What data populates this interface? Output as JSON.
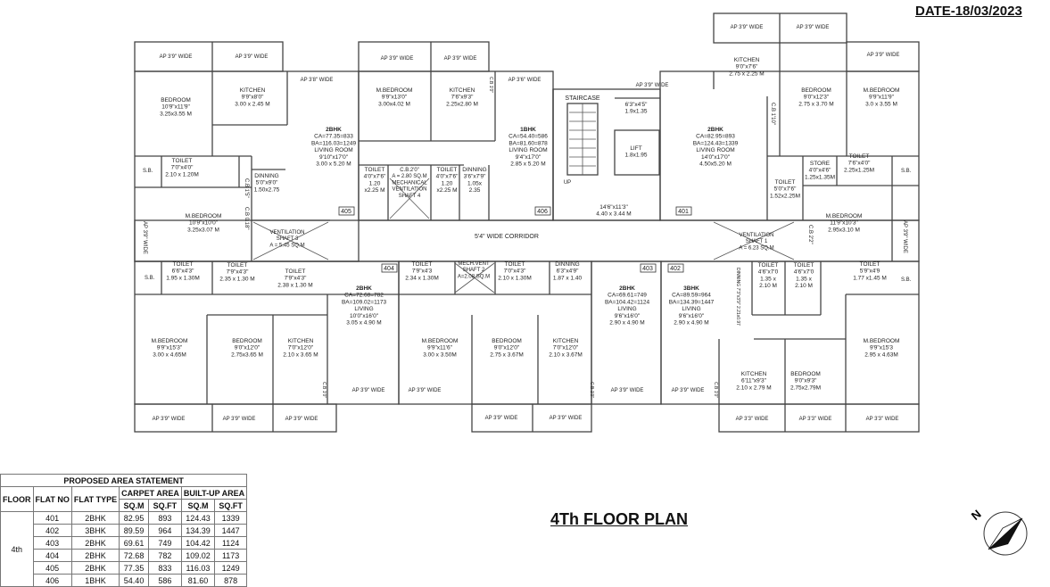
{
  "header": {
    "date": "DATE-18/03/2023"
  },
  "plan": {
    "title": "4Th FLOOR PLAN",
    "north_label": "N",
    "unit_labels": [
      {
        "id": "u405",
        "lines": [
          "2BHK",
          "CA=77.35=833",
          "BA=116.03=1249",
          "LIVING ROOM",
          "9'10\"x17'0\"",
          "3.00 x 5.20 M"
        ]
      },
      {
        "id": "u406",
        "lines": [
          "1BHK",
          "CA=54.40=586",
          "BA=81.60=878",
          "LIVING ROOM",
          "9'4\"x17'0\"",
          "2.85 x 5.20 M"
        ]
      },
      {
        "id": "u401",
        "lines": [
          "2BHK",
          "CA=82.95=893",
          "BA=124.43=1339",
          "LIVING ROOM",
          "14'0\"x17'0\"",
          "4.50x5.20 M"
        ]
      },
      {
        "id": "u404",
        "lines": [
          "2BHK",
          "CA=72.68=782",
          "BA=109.02=1173",
          "LIVING",
          "10'0\"x16'0\"",
          "3.05 x 4.90 M"
        ]
      },
      {
        "id": "u403",
        "lines": [
          "2BHK",
          "CA=69.61=749",
          "BA=104.42=1124",
          "LIVING",
          "9'6\"x16'0\"",
          "2.90 x 4.90 M"
        ]
      },
      {
        "id": "u402",
        "lines": [
          "3BHK",
          "CA=89.59=964",
          "BA=134.39=1447",
          "LIVING",
          "9'6\"x16'0\"",
          "2.90 x 4.90 M"
        ]
      }
    ],
    "rooms": [
      {
        "id": "r1",
        "lines": [
          "BEDROOM",
          "10'9\"x11'9\"",
          "3.25x3.55 M"
        ]
      },
      {
        "id": "r2",
        "lines": [
          "KITCHEN",
          "9'9\"x8'0\"",
          "3.00 x 2.45 M"
        ]
      },
      {
        "id": "r3",
        "lines": [
          "M.BEDROOM",
          "9'9\"x13'0\"",
          "3.00x4.02 M"
        ]
      },
      {
        "id": "r4",
        "lines": [
          "KITCHEN",
          "7'6\"x9'3\"",
          "2.25x2.80 M"
        ]
      },
      {
        "id": "r5",
        "lines": [
          "KITCHEN",
          "9'0\"x7'6\"",
          "2.75 x 2.25 M"
        ]
      },
      {
        "id": "r6",
        "lines": [
          "BEDROOM",
          "9'0\"x12'3\"",
          "2.75 x 3.70 M"
        ]
      },
      {
        "id": "r7",
        "lines": [
          "M.BEDROOM",
          "9'9\"x11'9\"",
          "3.0 x 3.55 M"
        ]
      },
      {
        "id": "r8",
        "lines": [
          "M.BEDROOM",
          "10'9\"x10'0\"",
          "3.25x3.07 M"
        ]
      },
      {
        "id": "r9",
        "lines": [
          "M.BEDROOM",
          "11'9\"x10'3\"",
          "2.95x3.10 M"
        ]
      },
      {
        "id": "r10",
        "lines": [
          "LIFT",
          "1.8x1.95"
        ]
      },
      {
        "id": "r11",
        "lines": [
          "14'6\"x11'3\"",
          "4.40 x 3.44 M"
        ]
      },
      {
        "id": "r12",
        "lines": [
          "6'3\"x4'5\"",
          "1.9x1.35"
        ]
      },
      {
        "id": "r13",
        "lines": [
          "M.BEDROOM",
          "9'9\"x15'3\"",
          "3.00 x 4.65M"
        ]
      },
      {
        "id": "r14",
        "lines": [
          "BEDROOM",
          "9'0\"x12'0\"",
          "2.75x3.65 M"
        ]
      },
      {
        "id": "r15",
        "lines": [
          "KITCHEN",
          "7'0\"x12'0\"",
          "2.10 x 3.65 M"
        ]
      },
      {
        "id": "r16",
        "lines": [
          "M.BEDROOM",
          "9'9\"x11'6\"",
          "3.00 x 3.50M"
        ]
      },
      {
        "id": "r17",
        "lines": [
          "BEDROOM",
          "9'0\"x12'0\"",
          "2.75 x 3.67M"
        ]
      },
      {
        "id": "r18",
        "lines": [
          "KITCHEN",
          "7'0\"x12'0\"",
          "2.10 x 3.67M"
        ]
      },
      {
        "id": "r19",
        "lines": [
          "KITCHEN",
          "6'11\"x9'3\"",
          "2.10 x 2.79 M"
        ]
      },
      {
        "id": "r20",
        "lines": [
          "BEDROOM",
          "9'0\"x9'3\"",
          "2.75x2.79M"
        ]
      },
      {
        "id": "r21",
        "lines": [
          "M.BEDROOM",
          "9'9\"x15'3",
          "2.95 x 4.63M"
        ]
      },
      {
        "id": "t1",
        "lines": [
          "TOILET",
          "7'0\"x4'0\"",
          "2.10 x 1.20M"
        ]
      },
      {
        "id": "t2",
        "lines": [
          "DINNING",
          "5'0\"x9'0\"",
          "1.50x2.75"
        ]
      },
      {
        "id": "t3",
        "lines": [
          "TOILET",
          "4'0\"x7'6\"",
          "1.20",
          "x2.25 M"
        ]
      },
      {
        "id": "t4",
        "lines": [
          "TOILET",
          "4'0\"x7'6\"",
          "1.20",
          "x2.25 M"
        ]
      },
      {
        "id": "t5",
        "lines": [
          "DINNING",
          "3'6\"x7'9\"",
          "1.05x",
          "2.35"
        ]
      },
      {
        "id": "t6",
        "lines": [
          "TOILET",
          "5'0\"x7'6\"",
          "1.52x2.25M"
        ]
      },
      {
        "id": "t7",
        "lines": [
          "STORE",
          "4'0\"x4'6\"",
          "1.25x1.35M"
        ]
      },
      {
        "id": "t8",
        "lines": [
          "TOILET",
          "7'6\"x4'0\"",
          "2.25x1.25M"
        ]
      },
      {
        "id": "t9",
        "lines": [
          "TOILET",
          "6'6\"x4'3\"",
          "1.95 x 1.30M"
        ]
      },
      {
        "id": "t10",
        "lines": [
          "TOILET",
          "7'9\"x4'3\"",
          "2.35 x 1.30 M"
        ]
      },
      {
        "id": "t11",
        "lines": [
          "TOILET",
          "7'9\"x4'3\"",
          "2.38 x 1.30 M"
        ]
      },
      {
        "id": "t12",
        "lines": [
          "TOILET",
          "7'9\"x4'3",
          "2.34 x 1.30M"
        ]
      },
      {
        "id": "t13",
        "lines": [
          "TOILET",
          "7'0\"x4'3\"",
          "2.10 x 1.30M"
        ]
      },
      {
        "id": "t14",
        "lines": [
          "DINNING",
          "6'3\"x4'9\"",
          "1.87 x 1.40"
        ]
      },
      {
        "id": "t15",
        "lines": [
          "TOILET",
          "4'6\"x7'0",
          "1.35 x",
          "2.10 M"
        ]
      },
      {
        "id": "t16",
        "lines": [
          "TOILET",
          "4'6\"x7'0",
          "1.35 x",
          "2.10 M"
        ]
      },
      {
        "id": "t17",
        "lines": [
          "TOILET",
          "5'9\"x4'9",
          "1.77 x1.45 M"
        ]
      }
    ],
    "shafts": [
      {
        "id": "s1",
        "lines": [
          "C.B.2'0\"",
          "A = 2.80 SQ.M",
          "MECHANICAL",
          "VENTILATION",
          "SHAFT 4"
        ]
      },
      {
        "id": "s2",
        "lines": [
          "VENTILATION",
          "SHAFT 3",
          "A = 5.45 SQ.M"
        ]
      },
      {
        "id": "s3",
        "lines": [
          "VENTILATION",
          "SHAFT 1",
          "A = 6.23 SQ.M"
        ]
      },
      {
        "id": "s4",
        "lines": [
          "MECH.VENT",
          "SHAFT 2",
          "A=2.08 SQ.M"
        ]
      }
    ],
    "labels": {
      "staircase": "STAIRCASE",
      "up": "UP",
      "corridor": "5'4\" WIDE CORRIDOR",
      "sb": "S.B.",
      "cb15": "C.B 1'5\"",
      "cb16": "C.B 1'6\"",
      "cb18": "C.B 0.18\"",
      "cb110": "C.B 1'10\"",
      "cb22": "C.B 2'2\"",
      "ap39": "AP 3'9\" WIDE",
      "ap33": "AP 3'3\" WIDE",
      "ap36": "AP 3'6\" WIDE",
      "ap38": "AP 3'8\" WIDE",
      "cbsmall": "C.B 1'0\"",
      "dinning_v": "DINNING 7'3\"x3'9\" 2.21x0.97",
      "unit_nos": [
        "405",
        "406",
        "401",
        "404",
        "403",
        "402"
      ]
    }
  },
  "area_statement": {
    "title": "PROPOSED AREA STATEMENT",
    "headers": [
      "FLOOR",
      "FLAT NO",
      "FLAT TYPE",
      "CARPET AREA",
      "BUILT-UP AREA"
    ],
    "subheaders": [
      "SQ.M",
      "SQ.FT",
      "SQ.M",
      "SQ.FT"
    ],
    "floor": "4th",
    "rows": [
      [
        "401",
        "2BHK",
        "82.95",
        "893",
        "124.43",
        "1339"
      ],
      [
        "402",
        "3BHK",
        "89.59",
        "964",
        "134.39",
        "1447"
      ],
      [
        "403",
        "2BHK",
        "69.61",
        "749",
        "104.42",
        "1124"
      ],
      [
        "404",
        "2BHK",
        "72.68",
        "782",
        "109.02",
        "1173"
      ],
      [
        "405",
        "2BHK",
        "77.35",
        "833",
        "116.03",
        "1249"
      ],
      [
        "406",
        "1BHK",
        "54.40",
        "586",
        "81.60",
        "878"
      ]
    ]
  },
  "colors": {
    "line": "#333333",
    "wall": "#444444",
    "text": "#222222"
  }
}
